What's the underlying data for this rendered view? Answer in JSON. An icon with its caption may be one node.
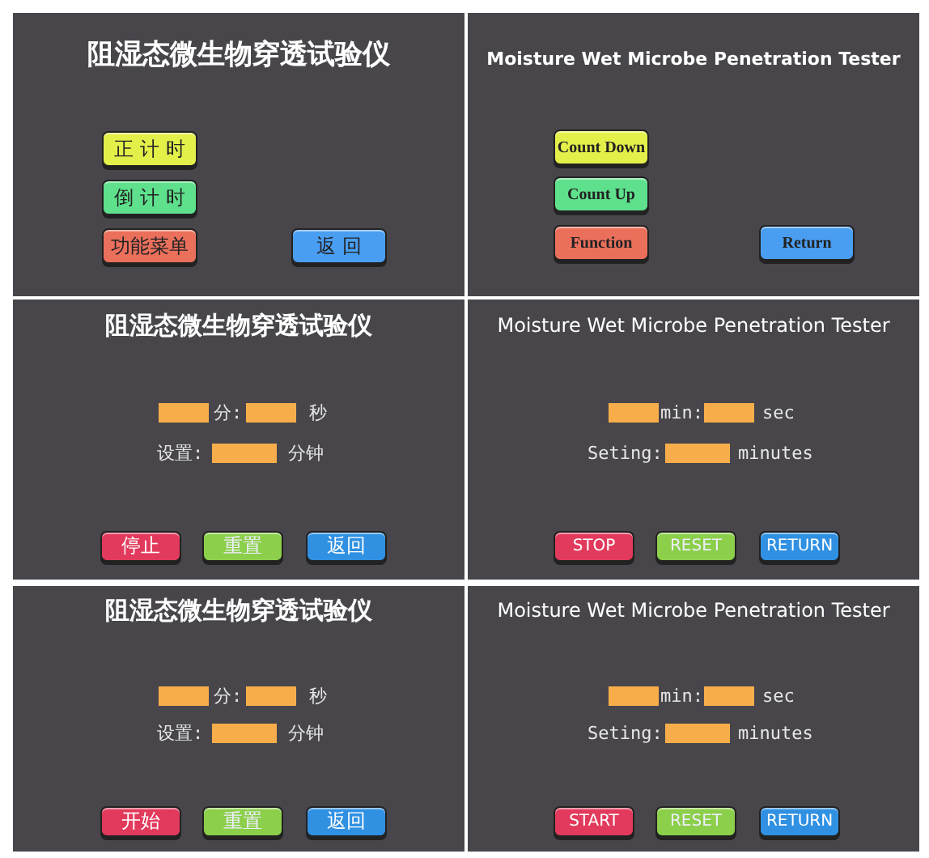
{
  "diagram": {
    "nodes": [
      {
        "text": [
          "阻湿态微生物穿透试验仪"
        ]
      },
      {
        "text": [
          "正 计 时"
        ],
        "in": 0
      },
      {
        "text": [
          "倒 计 时"
        ],
        "in": 0
      },
      {
        "text": [
          "功能菜单"
        ],
        "in": 0
      },
      {
        "text": [
          "返 回"
        ],
        "in": 0
      },
      {
        "text": [
          "Moisture Wet Microbe Penetration Tester"
        ]
      },
      {
        "text": [
          "Count Down"
        ],
        "in": 5
      },
      {
        "text": [
          "Count Up"
        ],
        "in": 5
      },
      {
        "text": [
          "Function"
        ],
        "in": 5
      },
      {
        "text": [
          "Return"
        ],
        "in": 5
      },
      {
        "text": [
          "阻湿态微生物穿透试验仪"
        ]
      },
      {
        "text": [],
        "shape": "box",
        "in": 10
      },
      {
        "text": [],
        "shape": "box",
        "in": 10
      },
      {
        "text": [],
        "shape": "box",
        "in": 10
      },
      {
        "text": [
          "停止"
        ],
        "in": 10
      },
      {
        "text": [
          "重置"
        ],
        "in": 10
      },
      {
        "text": [
          "返回"
        ],
        "in": 10
      },
      {
        "text": [
          "Moisture Wet Microbe Penetration Tester"
        ]
      },
      {
        "text": [],
        "shape": "box",
        "in": 17
      },
      {
        "text": [],
        "shape": "box",
        "in": 17
      },
      {
        "text": [],
        "shape": "box",
        "in": 17
      },
      {
        "text": [
          "STOP"
        ],
        "in": 17
      },
      {
        "text": [
          "RESET"
        ],
        "in": 17
      },
      {
        "text": [
          "RETURN"
        ],
        "in": 17
      },
      {
        "text": [
          "阻湿态微生物穿透试验仪"
        ]
      },
      {
        "text": [],
        "shape": "box",
        "in": 24
      },
      {
        "text": [],
        "shape": "box",
        "in": 24
      },
      {
        "text": [],
        "shape": "box",
        "in": 24
      },
      {
        "text": [
          "开始"
        ],
        "in": 24
      },
      {
        "text": [
          "重置"
        ],
        "in": 24
      },
      {
        "text": [
          "返回"
        ],
        "in": 24
      },
      {
        "text": [
          "Moisture Wet Microbe Penetration Tester"
        ]
      },
      {
        "text": [],
        "shape": "box",
        "in": 31
      },
      {
        "text": [],
        "shape": "box",
        "in": 31
      },
      {
        "text": [],
        "shape": "box",
        "in": 31
      },
      {
        "text": [
          "START"
        ],
        "in": 31
      },
      {
        "text": [
          "RESET"
        ],
        "in": 31
      },
      {
        "text": [
          "RETURN"
        ],
        "in": 31
      }
    ],
    "labels": [
      "分:",
      "秒",
      "设置:",
      "分钟",
      "min:",
      "sec",
      "Seting:",
      "minutes",
      "分:",
      "秒",
      "设置:",
      "分钟",
      "min:",
      "sec",
      "Seting:",
      "minutes"
    ]
  }
}
